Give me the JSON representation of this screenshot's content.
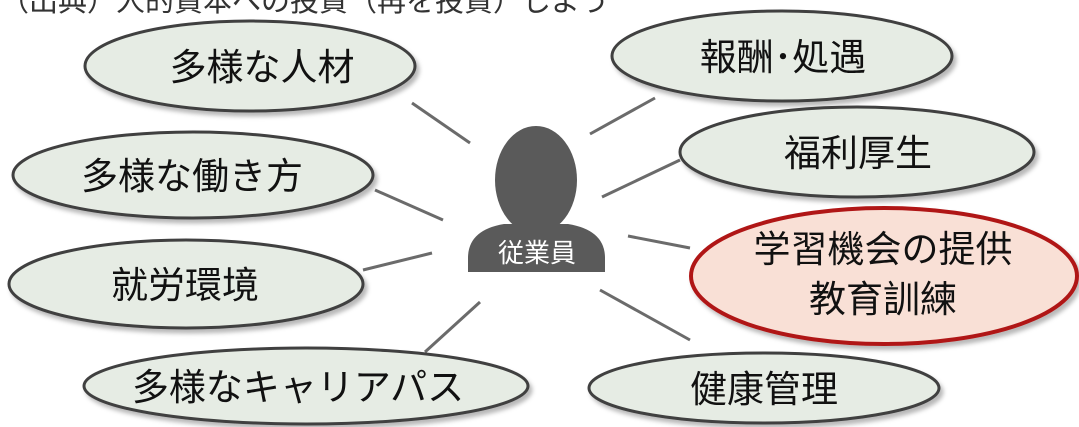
{
  "header_partial_text": "（出典）人的資本への投資（再を投資）しよう",
  "center": {
    "label": "従業員"
  },
  "nodes": [
    {
      "id": "diverse-talent",
      "label": "多様な人材"
    },
    {
      "id": "diverse-workstyles",
      "label": "多様な働き方"
    },
    {
      "id": "work-environment",
      "label": "就労環境"
    },
    {
      "id": "diverse-career-paths",
      "label": "多様なキャリアパス"
    },
    {
      "id": "compensation",
      "label": "報酬･処遇"
    },
    {
      "id": "welfare",
      "label": "福利厚生"
    },
    {
      "id": "learning-opportunities",
      "label_line1": "学習機会の提供",
      "label_line2": "教育訓練",
      "highlighted": true
    },
    {
      "id": "health-management",
      "label": "健康管理"
    }
  ],
  "colors": {
    "node_fill": "#e6ece4",
    "node_stroke": "#404040",
    "highlight_fill": "#f9e0d6",
    "highlight_stroke": "#b01818",
    "person": "#5a5a5a",
    "connector": "#6b6b6b"
  }
}
